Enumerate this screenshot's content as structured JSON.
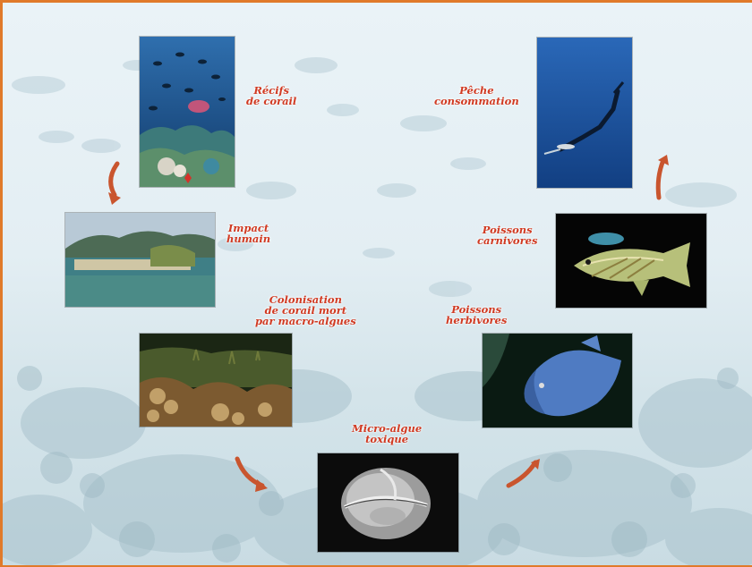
{
  "nodes": {
    "coral_reefs": {
      "line1": "Récifs",
      "line2": "de corail"
    },
    "human_impact": {
      "line1": "Impact",
      "line2": "humain"
    },
    "dead_coral_colonization": {
      "line1": "Colonisation",
      "line2": "de corail mort",
      "line3": "par macro-algues"
    },
    "toxic_microalga": {
      "line1": "Micro-algue",
      "line2": "toxique"
    },
    "herbivorous_fish": {
      "line1": "Poissons",
      "line2": "herbivores"
    },
    "carnivorous_fish": {
      "line1": "Poissons",
      "line2": "carnivores"
    },
    "fishing_consumption": {
      "line1": "Pêche",
      "line2": "consommation"
    }
  },
  "colors": {
    "border": "#e07a2a",
    "label": "#d13a22",
    "arrow": "#c9552e"
  }
}
